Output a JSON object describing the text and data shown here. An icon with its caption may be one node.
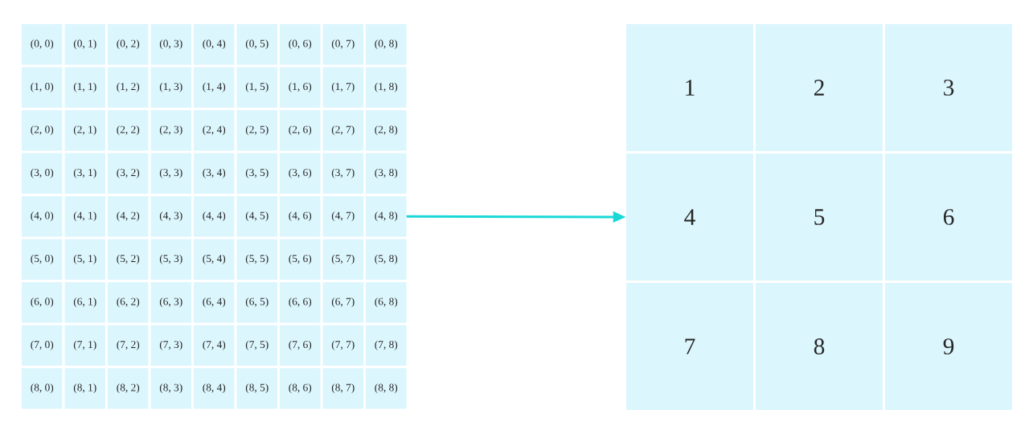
{
  "diagram": {
    "nodes": [
      {
        "text": [
          "(0, 0)"
        ]
      },
      {
        "text": [
          "(0, 1)"
        ]
      },
      {
        "text": [
          "(0, 2)"
        ]
      },
      {
        "text": [
          "(0, 3)"
        ]
      },
      {
        "text": [
          "(0, 4)"
        ]
      },
      {
        "text": [
          "(0, 5)"
        ]
      },
      {
        "text": [
          "(0, 6)"
        ]
      },
      {
        "text": [
          "(0, 7)"
        ]
      },
      {
        "text": [
          "(0, 8)"
        ]
      },
      {
        "text": [
          "(1, 0)"
        ]
      },
      {
        "text": [
          "(1, 1)"
        ]
      },
      {
        "text": [
          "(1, 2)"
        ]
      },
      {
        "text": [
          "(1, 3)"
        ]
      },
      {
        "text": [
          "(1, 4)"
        ]
      },
      {
        "text": [
          "(1, 5)"
        ]
      },
      {
        "text": [
          "(1, 6)"
        ]
      },
      {
        "text": [
          "(1, 7)"
        ]
      },
      {
        "text": [
          "(1, 8)"
        ]
      },
      {
        "text": [
          "(2, 0)"
        ]
      },
      {
        "text": [
          "(2, 1)"
        ]
      },
      {
        "text": [
          "(2, 2)"
        ]
      },
      {
        "text": [
          "(2, 3)"
        ]
      },
      {
        "text": [
          "(2, 4)"
        ]
      },
      {
        "text": [
          "(2, 5)"
        ]
      },
      {
        "text": [
          "(2, 6)"
        ]
      },
      {
        "text": [
          "(2, 7)"
        ]
      },
      {
        "text": [
          "(2, 8)"
        ]
      },
      {
        "text": [
          "(3, 0)"
        ]
      },
      {
        "text": [
          "(3, 1)"
        ]
      },
      {
        "text": [
          "(3, 2)"
        ]
      },
      {
        "text": [
          "(3, 3)"
        ]
      },
      {
        "text": [
          "(3, 4)"
        ]
      },
      {
        "text": [
          "(3, 5)"
        ]
      },
      {
        "text": [
          "(3, 6)"
        ]
      },
      {
        "text": [
          "(3, 7)"
        ]
      },
      {
        "text": [
          "(3, 8)"
        ]
      },
      {
        "text": [
          "(4, 0)"
        ]
      },
      {
        "text": [
          "(4, 1)"
        ]
      },
      {
        "text": [
          "(4, 2)"
        ]
      },
      {
        "text": [
          "(4, 3)"
        ]
      },
      {
        "text": [
          "(4, 4)"
        ]
      },
      {
        "text": [
          "(4, 5)"
        ]
      },
      {
        "text": [
          "(4, 6)"
        ]
      },
      {
        "text": [
          "(4, 7)"
        ]
      },
      {
        "text": [
          "(4, 8)"
        ]
      },
      {
        "text": [
          "(5, 0)"
        ]
      },
      {
        "text": [
          "(5, 1)"
        ]
      },
      {
        "text": [
          "(5, 2)"
        ]
      },
      {
        "text": [
          "(5, 3)"
        ]
      },
      {
        "text": [
          "(5, 4)"
        ]
      },
      {
        "text": [
          "(5, 5)"
        ]
      },
      {
        "text": [
          "(5, 6)"
        ]
      },
      {
        "text": [
          "(5, 7)"
        ]
      },
      {
        "text": [
          "(5, 8)"
        ]
      },
      {
        "text": [
          "(6, 0)"
        ]
      },
      {
        "text": [
          "(6, 1)"
        ]
      },
      {
        "text": [
          "(6, 2)"
        ]
      },
      {
        "text": [
          "(6, 3)"
        ]
      },
      {
        "text": [
          "(6, 4)"
        ]
      },
      {
        "text": [
          "(6, 5)"
        ]
      },
      {
        "text": [
          "(6, 6)"
        ]
      },
      {
        "text": [
          "(6, 7)"
        ]
      },
      {
        "text": [
          "(6, 8)"
        ]
      },
      {
        "text": [
          "(7, 0)"
        ]
      },
      {
        "text": [
          "(7, 1)"
        ]
      },
      {
        "text": [
          "(7, 2)"
        ]
      },
      {
        "text": [
          "(7, 3)"
        ]
      },
      {
        "text": [
          "(7, 4)"
        ]
      },
      {
        "text": [
          "(7, 5)"
        ]
      },
      {
        "text": [
          "(7, 6)"
        ]
      },
      {
        "text": [
          "(7, 7)"
        ]
      },
      {
        "text": [
          "(7, 8)"
        ]
      },
      {
        "text": [
          "(8, 0)"
        ]
      },
      {
        "text": [
          "(8, 1)"
        ]
      },
      {
        "text": [
          "(8, 2)"
        ]
      },
      {
        "text": [
          "(8, 3)"
        ]
      },
      {
        "text": [
          "(8, 4)"
        ]
      },
      {
        "text": [
          "(8, 5)"
        ]
      },
      {
        "text": [
          "(8, 6)"
        ]
      },
      {
        "text": [
          "(8, 7)"
        ]
      },
      {
        "text": [
          "(8, 8)"
        ]
      },
      {
        "text": [
          "1"
        ]
      },
      {
        "text": [
          "2"
        ]
      },
      {
        "text": [
          "3"
        ]
      },
      {
        "text": [
          "4"
        ]
      },
      {
        "text": [
          "5"
        ]
      },
      {
        "text": [
          "6"
        ]
      },
      {
        "text": [
          "7"
        ]
      },
      {
        "text": [
          "8"
        ]
      },
      {
        "text": [
          "9"
        ]
      }
    ],
    "edges": [
      {
        "from": 44,
        "to": 84,
        "arrow": "to"
      }
    ]
  }
}
